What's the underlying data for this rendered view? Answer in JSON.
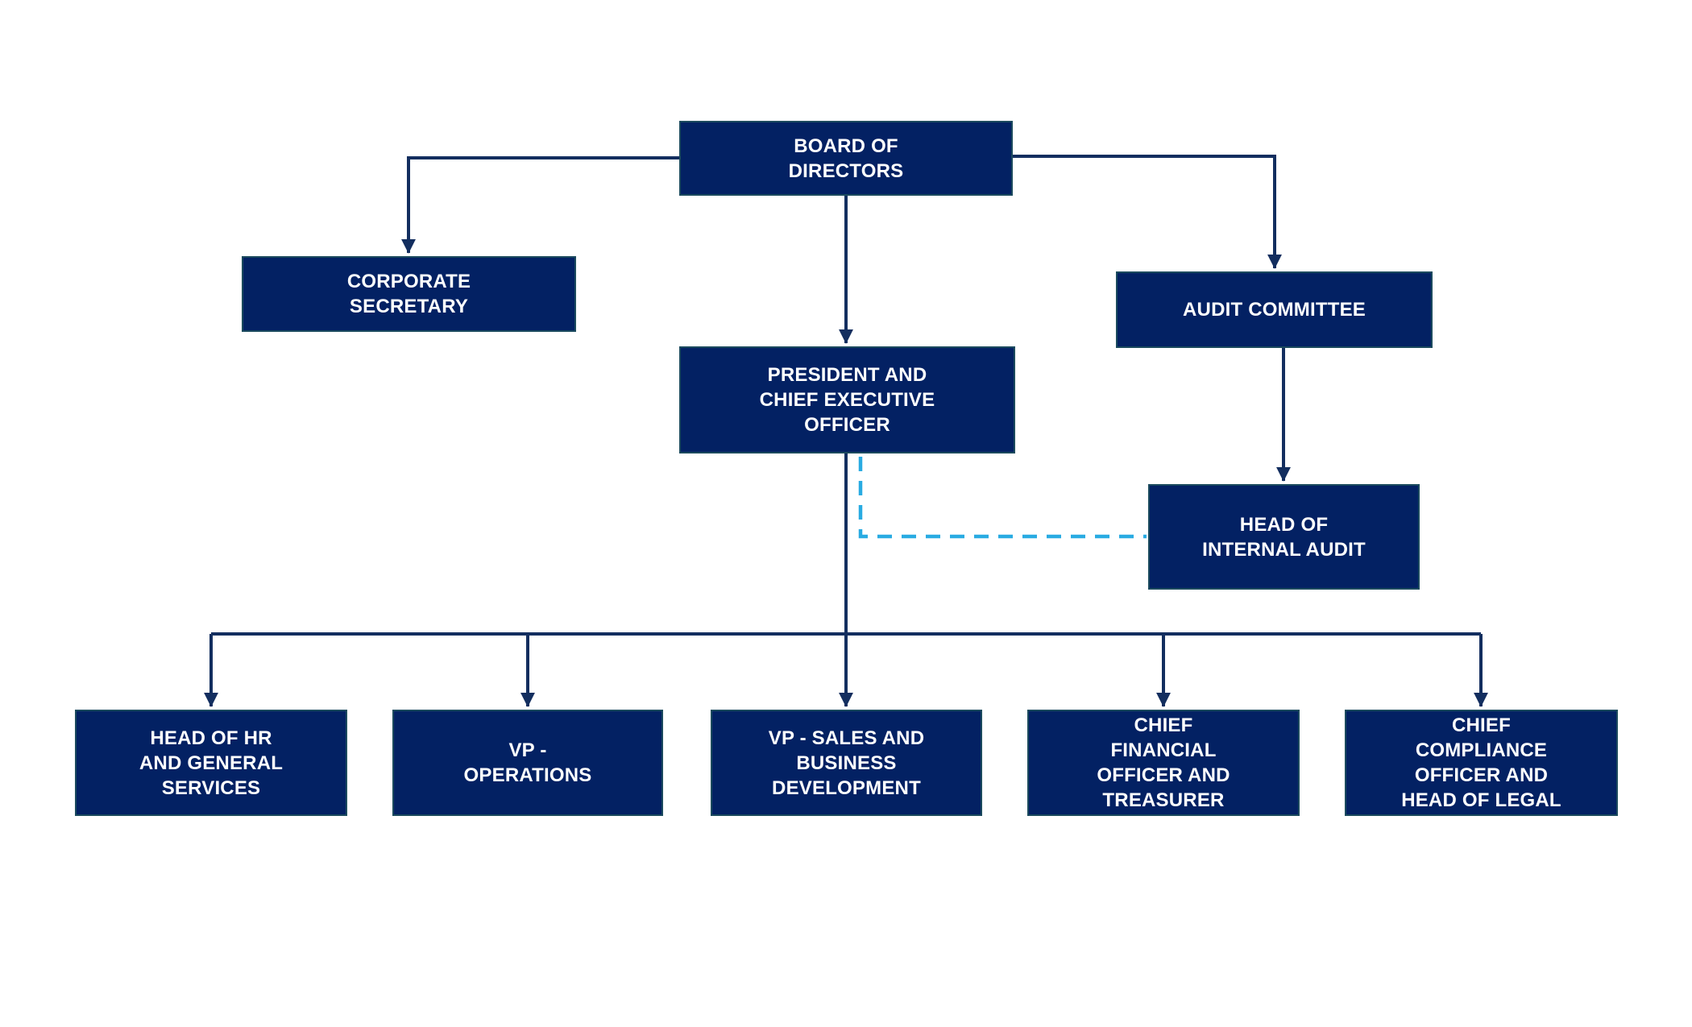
{
  "nodes": [
    {
      "id": "board-of-directors",
      "label": "BOARD OF\nDIRECTORS"
    },
    {
      "id": "corporate-secretary",
      "label": "CORPORATE\nSECRETARY"
    },
    {
      "id": "audit-committee",
      "label": "AUDIT COMMITTEE"
    },
    {
      "id": "president-ceo",
      "label": "PRESIDENT AND\nCHIEF EXECUTIVE\nOFFICER"
    },
    {
      "id": "head-internal-audit",
      "label": "HEAD OF\nINTERNAL AUDIT"
    },
    {
      "id": "head-hr-general-services",
      "label": "HEAD OF HR\nAND GENERAL\nSERVICES"
    },
    {
      "id": "vp-operations",
      "label": "VP -\nOPERATIONS"
    },
    {
      "id": "vp-sales-business-dev",
      "label": "VP - SALES AND\nBUSINESS\nDEVELOPMENT"
    },
    {
      "id": "cfo-treasurer",
      "label": "CHIEF\nFINANCIAL\nOFFICER AND\nTREASURER"
    },
    {
      "id": "cco-head-legal",
      "label": "CHIEF\nCOMPLIANCE\nOFFICER AND\nHEAD OF LEGAL"
    }
  ],
  "edges": [
    {
      "from": "board-of-directors",
      "to": "corporate-secretary",
      "style": "solid-arrow"
    },
    {
      "from": "board-of-directors",
      "to": "audit-committee",
      "style": "solid-arrow"
    },
    {
      "from": "board-of-directors",
      "to": "president-ceo",
      "style": "solid-arrow"
    },
    {
      "from": "audit-committee",
      "to": "head-internal-audit",
      "style": "solid-arrow"
    },
    {
      "from": "president-ceo",
      "to": "head-hr-general-services",
      "style": "solid-arrow"
    },
    {
      "from": "president-ceo",
      "to": "vp-operations",
      "style": "solid-arrow"
    },
    {
      "from": "president-ceo",
      "to": "vp-sales-business-dev",
      "style": "solid-arrow"
    },
    {
      "from": "president-ceo",
      "to": "cfo-treasurer",
      "style": "solid-arrow"
    },
    {
      "from": "president-ceo",
      "to": "cco-head-legal",
      "style": "solid-arrow"
    },
    {
      "from": "president-ceo",
      "to": "head-internal-audit",
      "style": "dashed-no-arrow"
    }
  ],
  "colors": {
    "background": "#ffffff",
    "node_fill": "#032163",
    "node_border": "#1b4a5e",
    "node_text": "#ffffff",
    "connector": "#132e5f",
    "dashed_blue": "#29abe2"
  }
}
